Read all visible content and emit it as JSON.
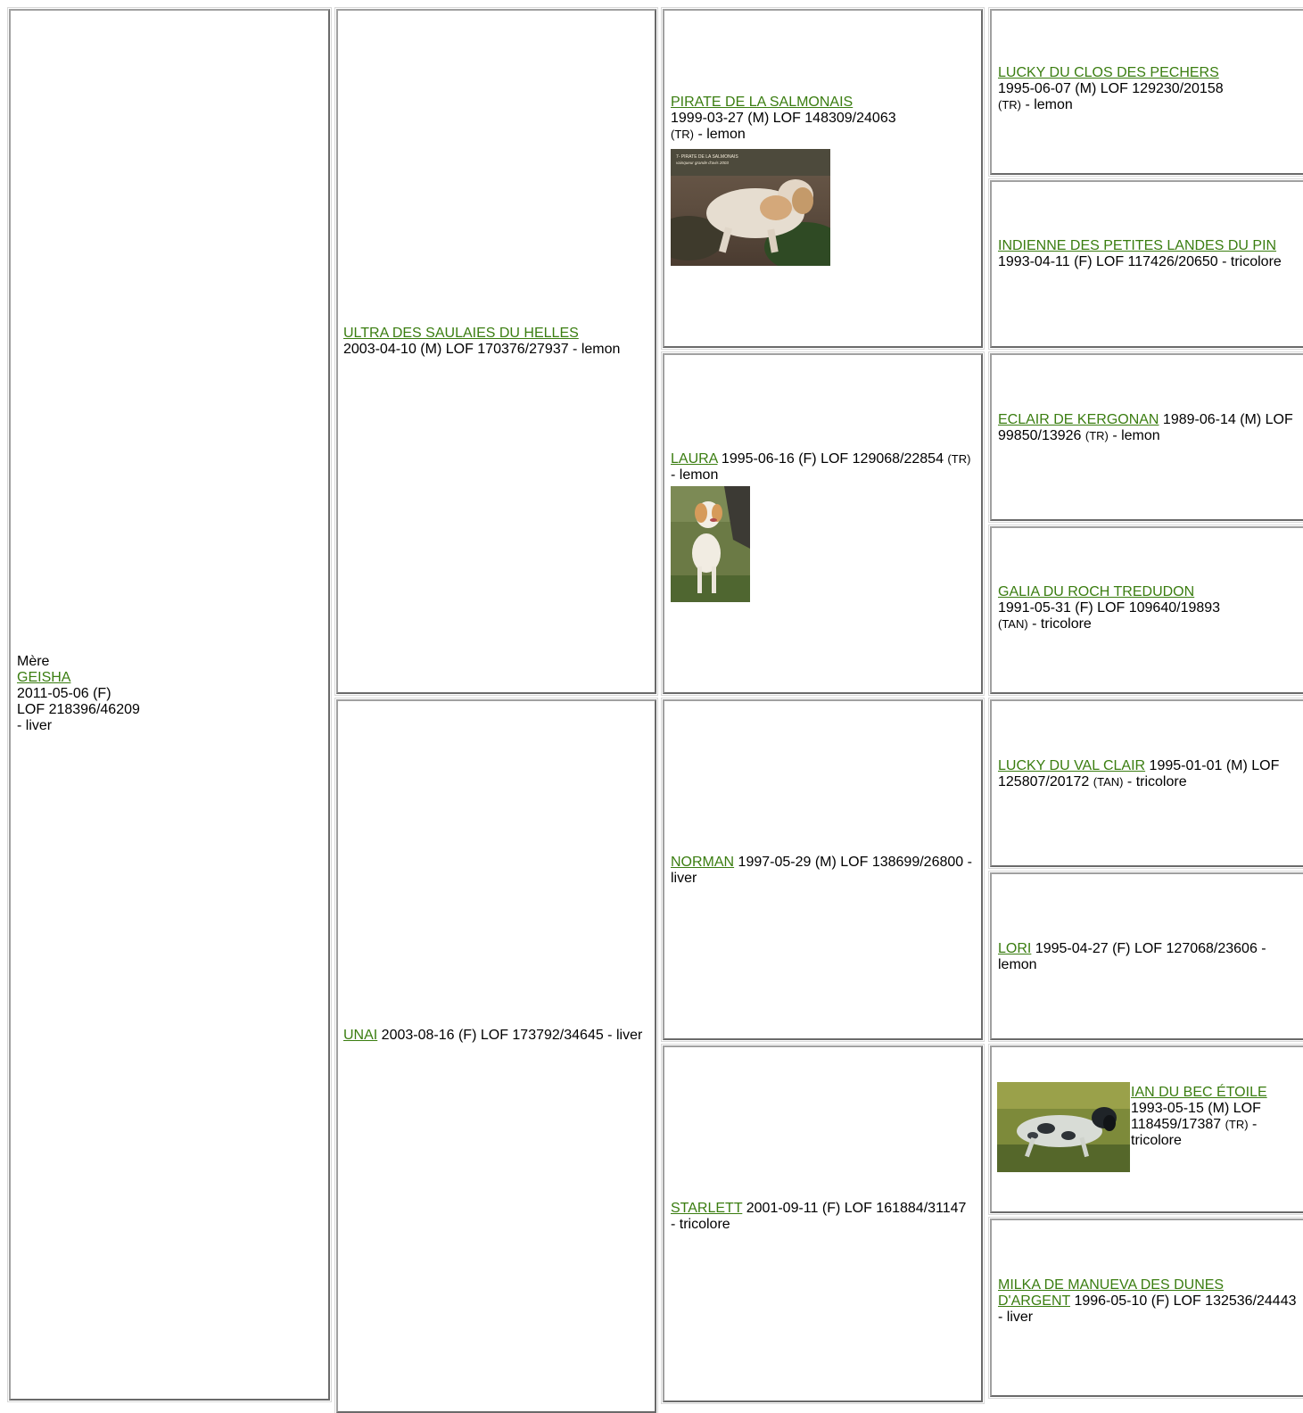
{
  "mere": {
    "role": "Mère",
    "name": "GEISHA",
    "line1": "2011-05-06 (F)",
    "line2": "LOF 218396/46209",
    "line3": "- liver"
  },
  "ultra": {
    "name": "ULTRA DES SAULAIES DU HELLES",
    "details": "2003-04-10 (M) LOF 170376/27937 - lemon"
  },
  "unai": {
    "name": "UNAI",
    "details": " 2003-08-16 (F) LOF 173792/34645 - liver"
  },
  "pirate": {
    "name": "PIRATE DE LA SALMONAIS",
    "details": "1999-03-27 (M) LOF 148309/24063",
    "small": "(TR)",
    "color": " - lemon",
    "photo_caption": "7- PIRATE DE LA SALMONAIS",
    "photo_caption2": "vainqueur grande d'avis 2003"
  },
  "laura": {
    "name": "LAURA",
    "details": " 1995-06-16 (F) LOF 129068/22854 ",
    "small": "(TR)",
    "color": " - lemon"
  },
  "norman": {
    "name": "NORMAN",
    "details": " 1997-05-29 (M) LOF 138699/26800 - liver"
  },
  "starlett": {
    "name": "STARLETT",
    "details": " 2001-09-11 (F) LOF 161884/31147 - tricolore"
  },
  "lucky1": {
    "name": "LUCKY DU CLOS DES PECHERS",
    "details": "1995-06-07 (M) LOF 129230/20158",
    "small": "(TR)",
    "color": " - lemon"
  },
  "indienne": {
    "name": "INDIENNE DES PETITES LANDES DU PIN",
    "details": " 1993-04-11 (F) LOF 117426/20650 - tricolore"
  },
  "eclair": {
    "name": "ECLAIR DE KERGONAN",
    "details": " 1989-06-14 (M) LOF 99850/13926 ",
    "small": "(TR)",
    "color": " - lemon"
  },
  "galia": {
    "name": "GALIA DU ROCH TREDUDON",
    "details": "1991-05-31 (F) LOF 109640/19893",
    "small": "(TAN)",
    "color": " - tricolore"
  },
  "lucky2": {
    "name": "LUCKY DU VAL CLAIR",
    "details": " 1995-01-01 (M) LOF 125807/20172 ",
    "small": "(TAN)",
    "color": " - tricolore"
  },
  "lori": {
    "name": "LORI",
    "details": " 1995-04-27 (F) LOF 127068/23606 - lemon"
  },
  "ian": {
    "name": "IAN DU BEC ÉTOILE",
    "details": "1993-05-15 (M) LOF 118459/17387 ",
    "small": "(TR)",
    "color": " - tricolore"
  },
  "milka": {
    "name": "MILKA DE MANUEVA DES DUNES D'ARGENT",
    "details": " 1996-05-10 (F) LOF 132536/24443 - liver"
  },
  "colors": {
    "link": "#3a7d10",
    "border_light": "#a0a0a0",
    "border_dark": "#6a6a6a"
  }
}
